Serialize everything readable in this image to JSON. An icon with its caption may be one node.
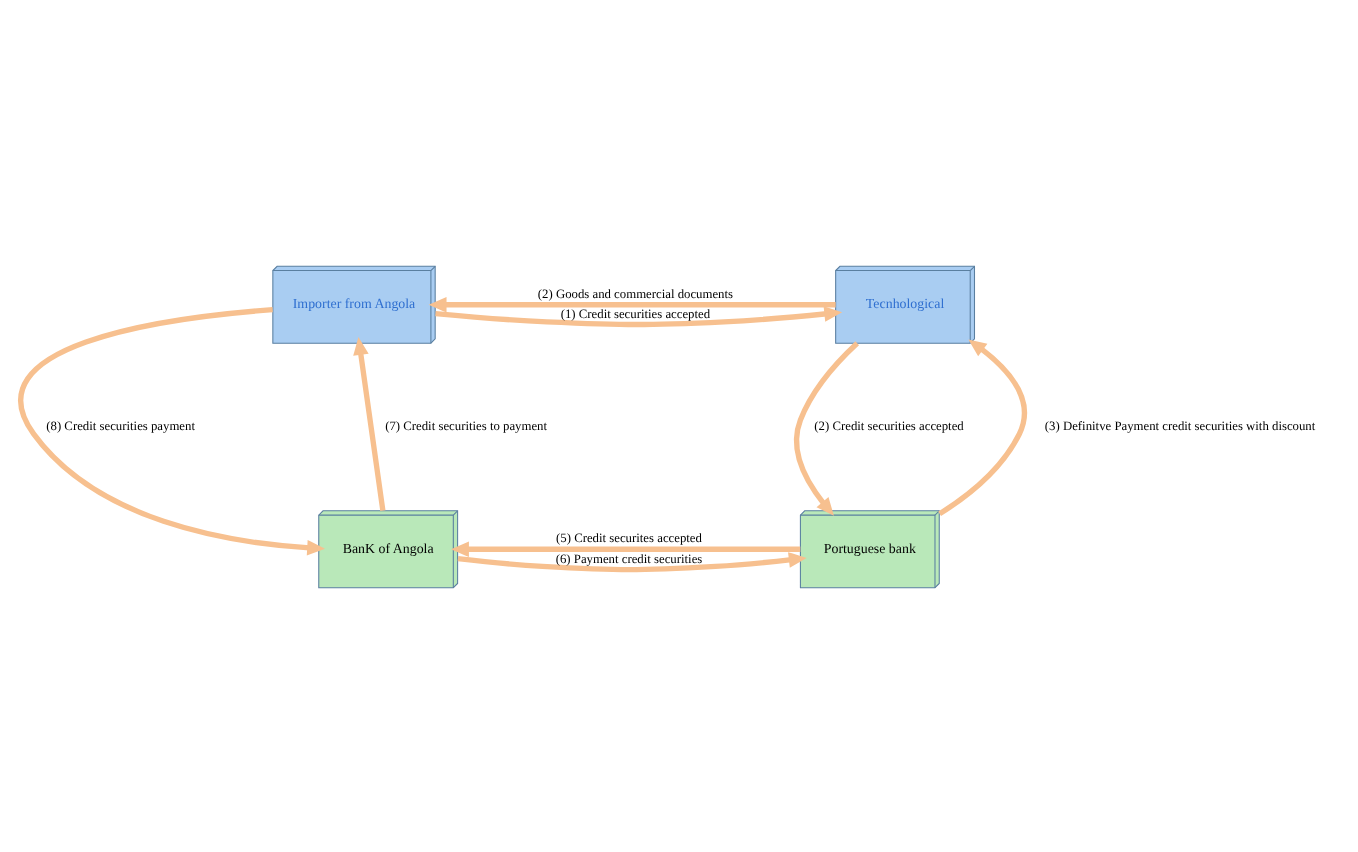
{
  "diagram": {
    "nodes": [
      {
        "text": [
          "Importer from Angola"
        ]
      },
      {
        "text": [
          "Tecnhological"
        ]
      },
      {
        "text": [
          "BanK of Angola"
        ]
      },
      {
        "text": [
          "Portuguese bank"
        ]
      }
    ],
    "edges": [
      {
        "from": 1,
        "to": 0,
        "arrow": "to",
        "label": "(2) Goods and commercial documents"
      },
      {
        "from": 0,
        "to": 1,
        "arrow": "to",
        "label": "(1) Credit securities accepted"
      },
      {
        "from": 0,
        "to": 2,
        "arrow": "to",
        "label": "(8) Credit securities payment"
      },
      {
        "from": 2,
        "to": 0,
        "arrow": "to",
        "label": "(7) Credit securities to payment"
      },
      {
        "from": 3,
        "to": 1,
        "arrow": "to",
        "label": "(3) Definitve Payment credit securities with discount"
      },
      {
        "from": 1,
        "to": 3,
        "arrow": "to",
        "label": "(2) Credit securities accepted"
      },
      {
        "from": 3,
        "to": 2,
        "arrow": "to",
        "label": "(5) Credit securites accepted"
      },
      {
        "from": 2,
        "to": 3,
        "arrow": "to",
        "label": "(6) Payment credit securities"
      }
    ]
  }
}
